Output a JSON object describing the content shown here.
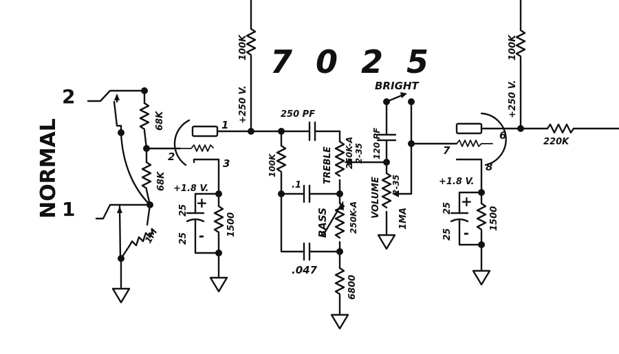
{
  "model": "7025",
  "input": {
    "channel": "NORMAL",
    "jack_high": "2",
    "jack_low": "1"
  },
  "tube1": {
    "pin_plate": "1",
    "pin_grid": "2",
    "pin_cathode": "3",
    "plate_resistor": "100K",
    "plate_voltage": "+250 V.",
    "cathode_voltage": "+1.8 V.",
    "cathode_cap": "25",
    "cathode_cap_rating": "25",
    "cathode_resistor": "1500",
    "grid_resistor_top": "68K",
    "grid_resistor_bottom": "68K",
    "input_resistor": "1M"
  },
  "tone_stack": {
    "treble_cap": "250 PF",
    "slope_resistor": "100K",
    "treble_pot": "TREBLE",
    "treble_pot_value": "250K-A",
    "treble_pot_code": "2-35",
    "bass_cap": ".1",
    "bass_pot": "BASS",
    "bass_pot_value": "250K-A",
    "mid_cap": ".047",
    "mid_resistor": "6800"
  },
  "volume": {
    "bright_label": "BRIGHT",
    "bright_cap": "120 PF",
    "pot_label": "VOLUME",
    "pot_value": "1MA",
    "pot_code": "2-35"
  },
  "tube2": {
    "pin_plate": "6",
    "pin_grid": "7",
    "pin_cathode": "8",
    "plate_resistor": "100K",
    "plate_voltage": "+250 V.",
    "cathode_voltage": "+1.8 V.",
    "cathode_cap": "25",
    "cathode_cap_rating": "25",
    "cathode_resistor": "1500",
    "output_resistor": "220K"
  },
  "polarity": {
    "plus": "+",
    "minus": "-"
  }
}
